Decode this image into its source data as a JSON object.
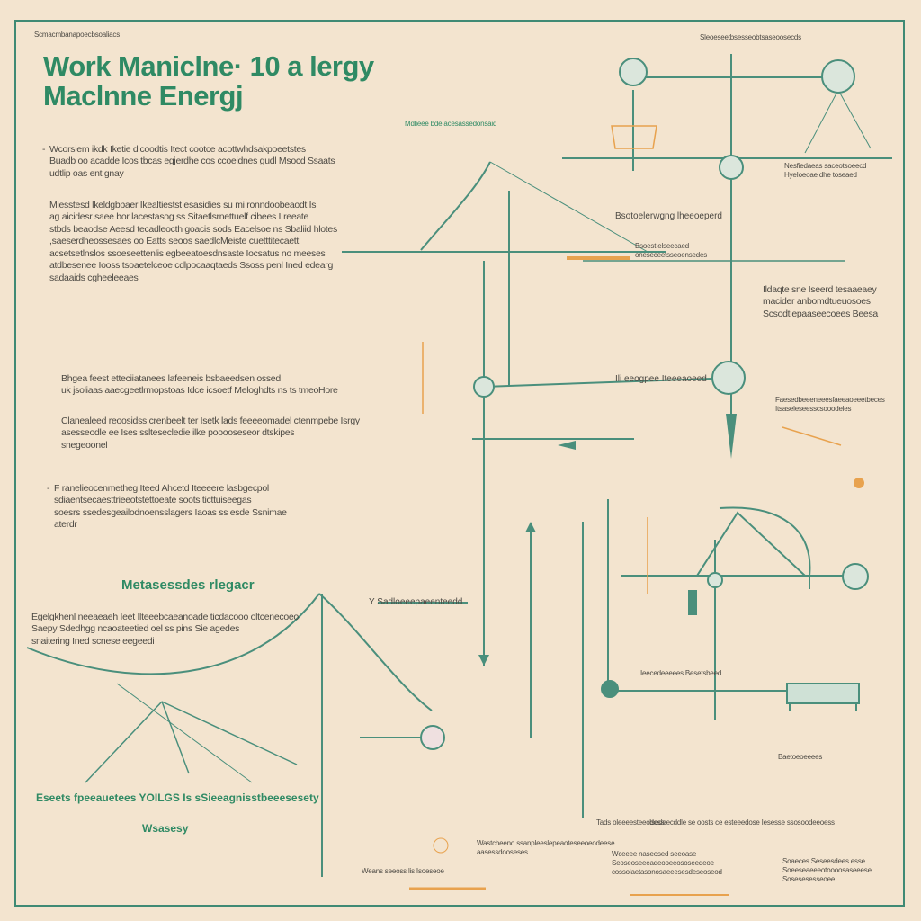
{
  "header": {
    "top_note": "Scmacmbanapoecbsoaliacs",
    "title_line1": "Work Maniclne· 10 a lergy",
    "title_line2": "Maclnne Energj"
  },
  "left_column": {
    "intro": "Wcorsiem ikdk Iketie dicoodtis Itect cootce acottwhdsakpoeetstes\nBuadb oo acadde Icos tbcas egjerdhe cos ccoeidnes gudl Msocd Ssaats\nudtlip oas ent gnay",
    "paragraph1": "Miesstesd lkeldgbpaer Ikealtiestst esasidies su mi ronndoobeaodt Is\nag aicidesr saee bor lacestasog ss Sitaetlsrnettuelf cibees Lreeate\nstbds beaodse Aeesd tecadleocth goacis sods Eacelsoe ns Sbaliid hlotes\n,saeserdheossesaes oo Eatts seoos saedlcMeiste cuetttitecaett\nacsetsetlnslos ssoeseettenlis egbeeatoesdnsaste Iocsatus no meeses\natdbesenee Iooss tsoaetelceoe cdlpocaaqtaeds Ssoss penl Ined edearg\nsadaaids cgheeleeaes",
    "item1": "Bhgea feest etteciiatanees lafeeneis bsbaeedsen ossed\nuk jsoliaas aaecgeetlrmopstoas Idce icsoetf Meloghdts ns ts tmeoHore",
    "item2": "Clanealeed reoosidss crenbeelt ter Isetk lads feeeeomadel ctenmpebe Isrgy\nasesseodle ee Ises ssltesecledie ilke pooooseseor dtskipes\nsnegeoonel",
    "item3": "F ranelieocenmetheg Iteed Ahcetd Iteeeere lasbgecpol\nsdiaentsecaesttrieeotstettoeate soots ticttuiseegas\nsoesrs ssedesgeailodnoensslagers Iaoas ss esde Ssnimae\naterdr"
  },
  "energy_section": {
    "heading": "Metasessdes rlegacr",
    "paragraph": "Egelgkhenl neeaeaeh Ieet Ilteeebcaeanoade ticdacooo oltcenecoeo.\nSaepy Sdedhgg ncaoateetied oel ss pins Sie agedes\nsnaitering Ined scnese eegeedi",
    "footer_heading": "Eseets fpeeauetees  YOILGS Is  sSieeagnisstbeeesesety",
    "footer_sub": "Wsasesy"
  },
  "right_labels": {
    "top_right": "Sleoeseetbsesseobtsaseoosecds",
    "label_a": "Mdlieee bde acesassedonsaid",
    "label_b": "Nesfiedaeas saceotsoeecd\nHyeIoeoae dhe toseaed",
    "label_c": "Bsotoelerwgng lheeoeperd",
    "label_d": "Bsoest elseecaed\noneseceetsseoensedes",
    "label_e": "Ildaqte sne Iseerd tesaaeaey\nmacider anbomdtueuosoes\nScsodtiepaaseecoees Beesa",
    "label_f": "Ili eeogpee Iteeeaoeed",
    "label_g": "Faesedbeeeneeesfaeeaoeeetbeces\nItsaseleseesscsooodeles",
    "label_h": "Y Sadloeeepaeenteedd",
    "label_i": "Ieecedeeeees  Besetsbeed",
    "label_j": "Baetoeoeeees",
    "label_k": "Tads oleeeesteeodoss",
    "bottom1": "Isedeecddle se oosts ce esteeedose Iesesse ssosoodeeoess",
    "bottom2": "Wastcheeno ssanpleeslepeaoteseeoeodeese\naasessdooseses",
    "bottom3": "Wceeee naseosed seeoase\nSeoseoseeeadeopeeososeedeoe\ncossolaetasonosaeeesesdeseoseod",
    "bottom4": "Weans seeoss lis Isoeseoe",
    "bottom5": "Soaeces Seseesdees esse\nSoeeseaeeeotoooosaseeese\nSosesesesseoee"
  },
  "colors": {
    "background": "#f3e4cf",
    "accent_green": "#2f8a64",
    "line_teal": "#4a8f7c",
    "text_gray": "#4d4a44",
    "highlight_orange": "#e8a24e"
  }
}
